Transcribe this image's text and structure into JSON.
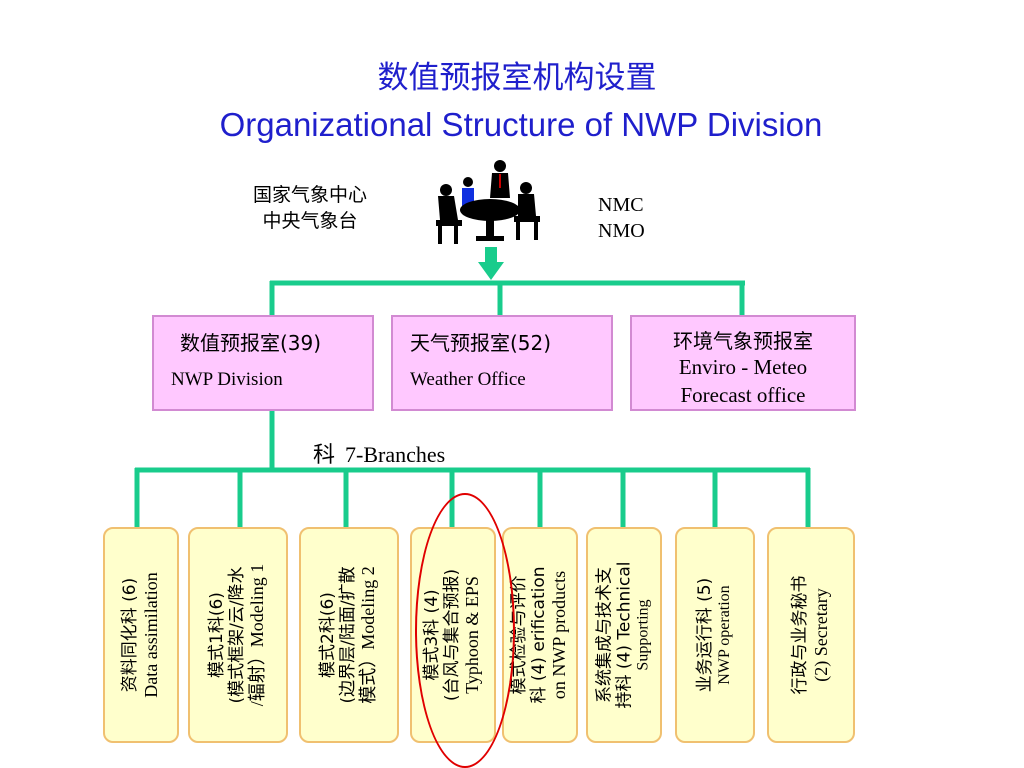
{
  "title": {
    "cn": "数值预报室机构设置",
    "en": "Organizational Structure of NWP Division"
  },
  "center": {
    "cn_line1": "国家气象中心",
    "cn_line2": "中央气象台",
    "en_line1": "NMC",
    "en_line2": "NMO"
  },
  "offices": [
    {
      "cn": "数值预报室(39)",
      "en": "NWP Division"
    },
    {
      "cn": "天气预报室(52)",
      "en": "Weather Office"
    },
    {
      "cn": "环境气象预报室",
      "en_line1": "Enviro - Meteo",
      "en_line2": "Forecast office"
    }
  ],
  "branches_label": {
    "cn": "科",
    "en": "7-Branches"
  },
  "branches": [
    {
      "l1": "资料同化科 (6)",
      "l2": "Data assimilation"
    },
    {
      "l1": "模式1科(6)",
      "l2": "(模式框架/云/降水",
      "l3": "/辐射）Modeling 1"
    },
    {
      "l1": "模式2科(6)",
      "l2": "(边界层/陆面/扩散",
      "l3": "模式）Modeling 2"
    },
    {
      "l1": "模式3科 (4)",
      "l2": "(台风与集合预报)",
      "l3": "Typhoon & EPS"
    },
    {
      "l1": "模式检验与评价",
      "l2": "科 (4) erification",
      "l3": "on NWP products"
    },
    {
      "l1": "系统集成与技术支",
      "l2": "持科 (4) Technical",
      "l3": "Supporting"
    },
    {
      "l1": "业务运行科 (5)",
      "l2": "NWP operation"
    },
    {
      "l1": "行政与业务秘书",
      "l2": "(2) Secretary"
    }
  ],
  "colors": {
    "connector": "#19cc8c",
    "title": "#1f1fcc",
    "office_fill": "#ffc8ff",
    "branch_fill": "#ffffcc",
    "highlight": "#e00000"
  }
}
